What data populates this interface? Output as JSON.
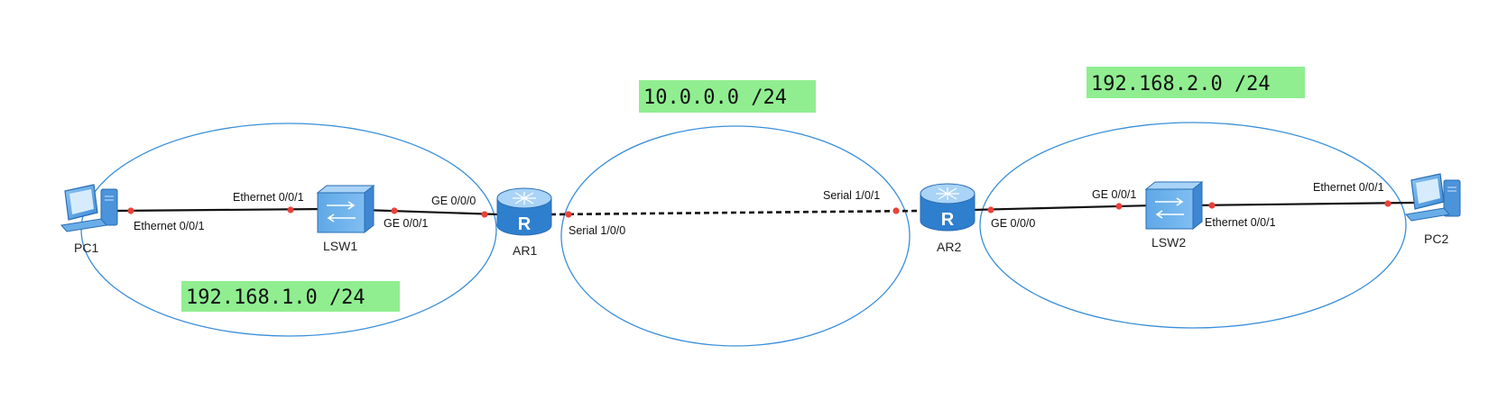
{
  "colors": {
    "subnet_ring": "#3a8fd9",
    "subnet_label_bg": "#90ee90",
    "link": "#111111",
    "port_dot": "#e8423a",
    "device_blue": "#5aa6e6"
  },
  "networks": [
    {
      "id": "lan1",
      "label": "192.168.1.0 /24"
    },
    {
      "id": "wan",
      "label": "10.0.0.0 /24"
    },
    {
      "id": "lan2",
      "label": "192.168.2.0 /24"
    }
  ],
  "devices": {
    "pc1": {
      "label": "PC1",
      "icon": "pc-icon"
    },
    "lsw1": {
      "label": "LSW1",
      "icon": "switch-icon"
    },
    "ar1": {
      "label": "AR1",
      "icon": "router-icon"
    },
    "ar2": {
      "label": "AR2",
      "icon": "router-icon"
    },
    "lsw2": {
      "label": "LSW2",
      "icon": "switch-icon"
    },
    "pc2": {
      "label": "PC2",
      "icon": "pc-icon"
    }
  },
  "links": [
    {
      "id": "pc1-lsw1",
      "style": "solid",
      "from_port": "Ethernet 0/0/1",
      "to_port": "Ethernet 0/0/1"
    },
    {
      "id": "lsw1-ar1",
      "style": "solid",
      "from_port": "GE 0/0/1",
      "to_port": "GE 0/0/0"
    },
    {
      "id": "ar1-ar2",
      "style": "dashed",
      "from_port": "Serial 1/0/0",
      "to_port": "Serial 1/0/1"
    },
    {
      "id": "ar2-lsw2",
      "style": "solid",
      "from_port": "GE 0/0/0",
      "to_port": "GE 0/0/1"
    },
    {
      "id": "lsw2-pc2",
      "style": "solid",
      "from_port": "Ethernet 0/0/1",
      "to_port": "Ethernet 0/0/1"
    }
  ]
}
